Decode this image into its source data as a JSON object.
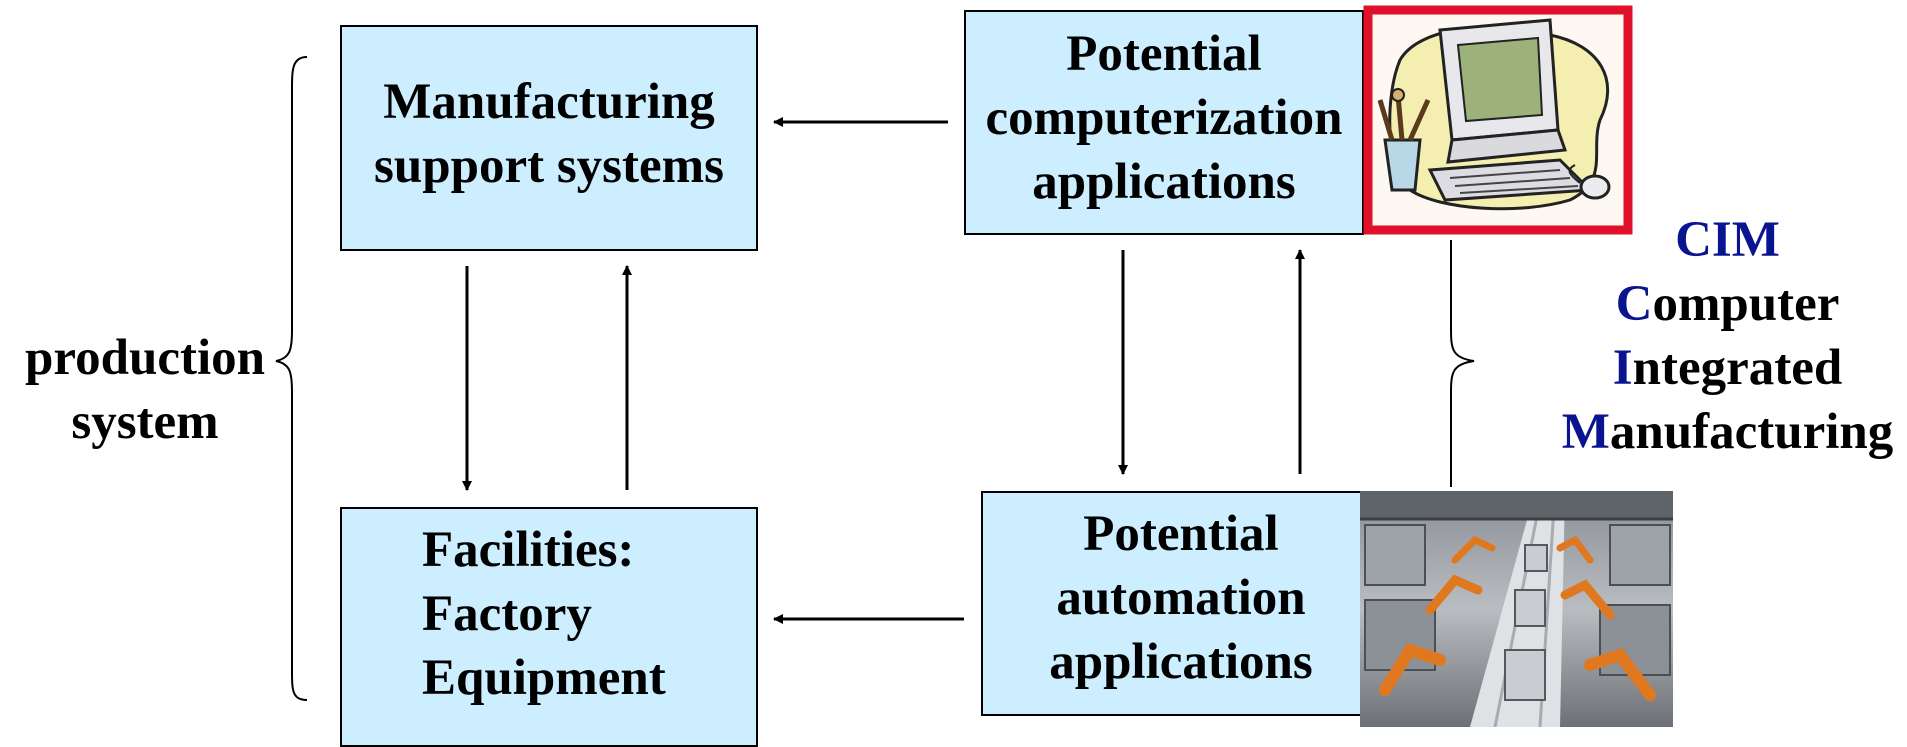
{
  "boxes": {
    "support_systems": {
      "lines": [
        "Manufacturing",
        "support systems"
      ]
    },
    "computerization": {
      "lines": [
        "Potential",
        "computerization",
        "applications"
      ]
    },
    "facilities": {
      "lines": [
        "Facilities:",
        "Factory",
        "Equipment"
      ]
    },
    "automation": {
      "lines": [
        "Potential",
        "automation",
        "applications"
      ]
    }
  },
  "production_label": {
    "lines": [
      "production",
      "system"
    ]
  },
  "cim": {
    "acronym": "CIM",
    "expansion": [
      {
        "initial": "C",
        "rest": "omputer"
      },
      {
        "initial": "I",
        "rest": "ntegrated"
      },
      {
        "initial": "M",
        "rest": "anufacturing"
      }
    ]
  },
  "colors": {
    "box_fill": "#cceeff",
    "cim_accent": "#0a1490",
    "clipart_border": "#e0102a"
  },
  "images": {
    "computer": "computer-clipart",
    "factory": "factory-robots-photo"
  }
}
